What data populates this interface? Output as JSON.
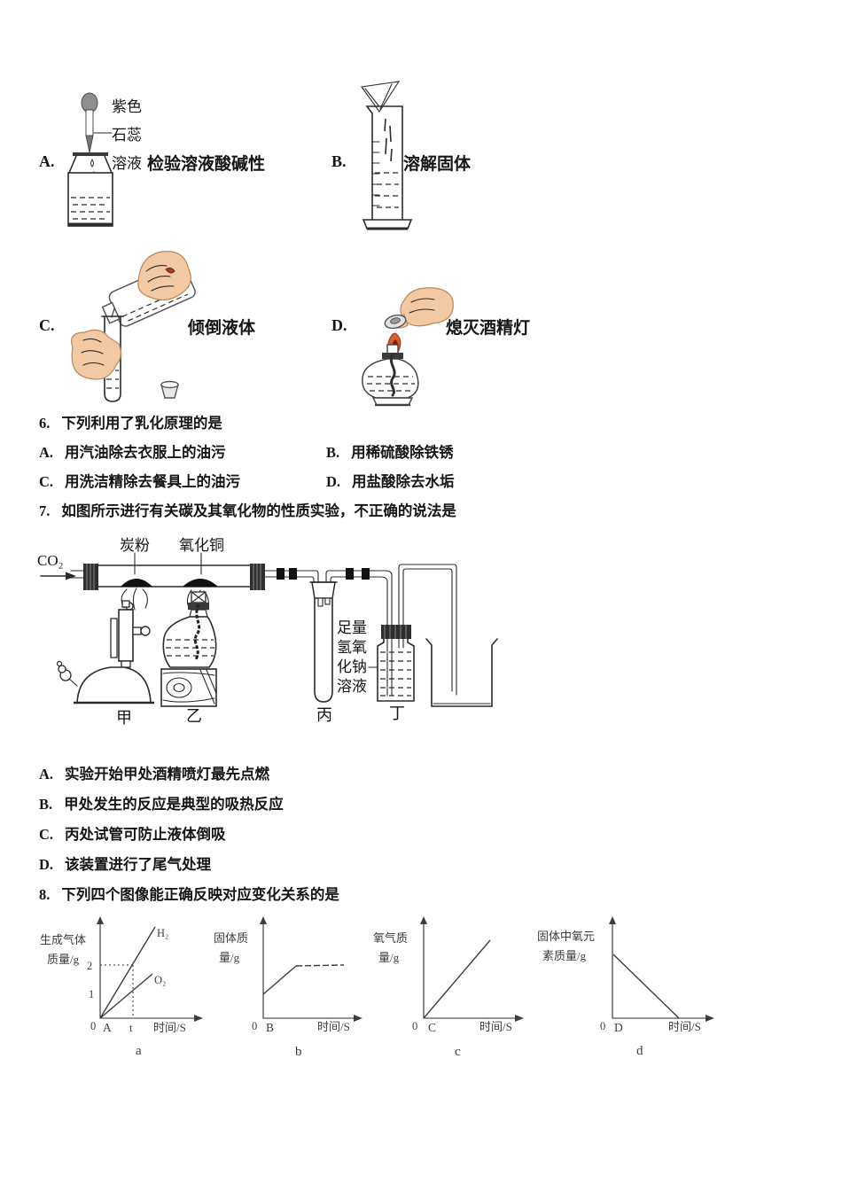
{
  "page": {
    "background": "#ffffff",
    "ink": "#161616"
  },
  "apparatus_row": {
    "a": {
      "letter": "A.",
      "caption": "检验溶液酸碱性",
      "reagent_label_lines": [
        "紫色",
        "石蕊",
        "溶液"
      ]
    },
    "b": {
      "letter": "B.",
      "caption": "溶解固体"
    },
    "c": {
      "letter": "C.",
      "caption": "倾倒液体"
    },
    "d": {
      "letter": "D.",
      "caption": "熄灭酒精灯"
    }
  },
  "q6": {
    "number": "6.",
    "text": "下列利用了乳化原理的是",
    "options": [
      {
        "letter": "A.",
        "text": "用汽油除去衣服上的油污"
      },
      {
        "letter": "B.",
        "text": "用稀硫酸除铁锈"
      },
      {
        "letter": "C.",
        "text": "用洗洁精除去餐具上的油污"
      },
      {
        "letter": "D.",
        "text": "用盐酸除去水垢"
      }
    ]
  },
  "q7": {
    "number": "7.",
    "text": "如图所示进行有关碳及其氧化物的性质实验，不正确的说法是",
    "diagram": {
      "gas_label": "CO₂",
      "charcoal_label": "炭粉",
      "copper_oxide_label": "氧化铜",
      "naoh_label_lines": [
        "足量",
        "氢氧",
        "化钠",
        "溶液"
      ],
      "station_labels": [
        "甲",
        "乙",
        "丙",
        "丁"
      ]
    },
    "options": [
      {
        "letter": "A.",
        "text": "实验开始甲处酒精喷灯最先点燃"
      },
      {
        "letter": "B.",
        "text": "甲处发生的反应是典型的吸热反应"
      },
      {
        "letter": "C.",
        "text": "丙处试管可防止液体倒吸"
      },
      {
        "letter": "D.",
        "text": "该装置进行了尾气处理"
      }
    ]
  },
  "q8": {
    "number": "8.",
    "text": "下列四个图像能正确反映对应变化关系的是"
  },
  "chart_data": [
    {
      "id": "a",
      "type": "line",
      "sublabel": "a",
      "option_letter": "A",
      "ylabel": "生成气体质量/g",
      "ylabel_lines": [
        "生成气体",
        "质量/g"
      ],
      "xlabel": "时间/S",
      "origin": "0",
      "x_mark": "t",
      "yticks": [
        2,
        1
      ],
      "grid": false,
      "guides": "dashed guide lines at y=2 and x=t",
      "series": [
        {
          "name": "H₂",
          "x": [
            0,
            "t"
          ],
          "y": [
            0,
            2
          ],
          "shape": "linear from origin, reaches 2 g at time t"
        },
        {
          "name": "O₂",
          "x": [
            0,
            "t"
          ],
          "y": [
            0,
            1
          ],
          "shape": "linear from origin, lower slope, about 1 g at time t"
        }
      ]
    },
    {
      "id": "b",
      "type": "line",
      "sublabel": "b",
      "option_letter": "B",
      "ylabel": "固体质量/g",
      "ylabel_lines": [
        "固体质",
        "量/g"
      ],
      "xlabel": "时间/S",
      "origin": "0",
      "grid": false,
      "series": [
        {
          "name": "固体质量",
          "shape": "starts above zero, increases linearly, then constant plateau"
        }
      ]
    },
    {
      "id": "c",
      "type": "line",
      "sublabel": "c",
      "option_letter": "C",
      "ylabel": "氧气质量/g",
      "ylabel_lines": [
        "氧气质",
        "量/g"
      ],
      "xlabel": "时间/S",
      "origin": "0",
      "grid": false,
      "series": [
        {
          "name": "氧气质量",
          "shape": "increases linearly from the origin"
        }
      ]
    },
    {
      "id": "d",
      "type": "line",
      "sublabel": "d",
      "option_letter": "D",
      "ylabel": "固体中氧元素质量/g",
      "ylabel_lines": [
        "固体中氧元",
        "素质量/g"
      ],
      "xlabel": "时间/S",
      "origin": "0",
      "grid": false,
      "series": [
        {
          "name": "固体中氧元素质量",
          "shape": "starts above zero, decreases linearly to zero at end of reaction"
        }
      ]
    }
  ]
}
